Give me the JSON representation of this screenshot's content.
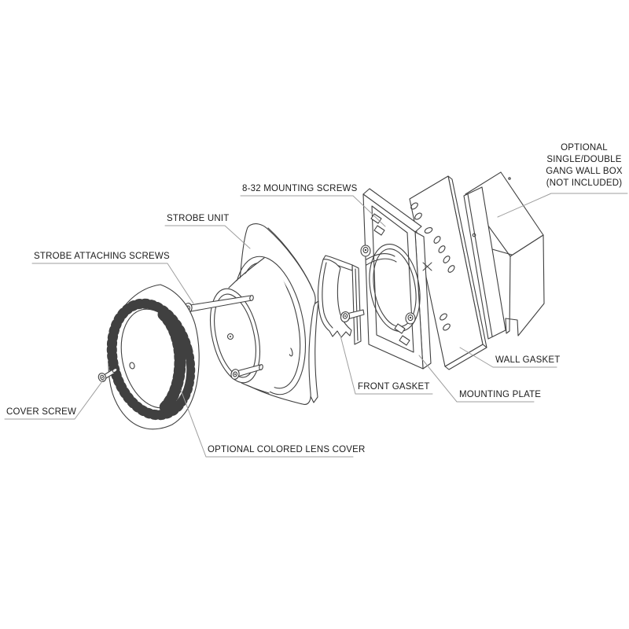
{
  "diagram": {
    "type": "exploded-assembly-drawing",
    "subject": "wall-mount strobe unit",
    "colors": {
      "background": "#ffffff",
      "part_line": "#404040",
      "leader_line": "#9e9e9e",
      "label_text": "#1b1b1b"
    },
    "labels": {
      "mounting_screws": "8-32 MOUNTING SCREWS",
      "strobe_unit": "STROBE UNIT",
      "strobe_attaching_screws": "STROBE ATTACHING SCREWS",
      "cover_screw": "COVER SCREW",
      "lens_cover": "OPTIONAL COLORED LENS COVER",
      "front_gasket": "FRONT GASKET",
      "mounting_plate": "MOUNTING PLATE",
      "wall_gasket": "WALL GASKET",
      "wall_box_lines": [
        "OPTIONAL",
        "SINGLE/DOUBLE",
        "GANG WALL BOX",
        "(NOT INCLUDED)"
      ]
    },
    "parts": [
      "cover screw",
      "optional colored lens cover",
      "strobe attaching screws",
      "strobe unit",
      "front gasket",
      "8-32 mounting screws",
      "mounting plate",
      "wall gasket",
      "optional single/double gang wall box (not included)"
    ]
  }
}
